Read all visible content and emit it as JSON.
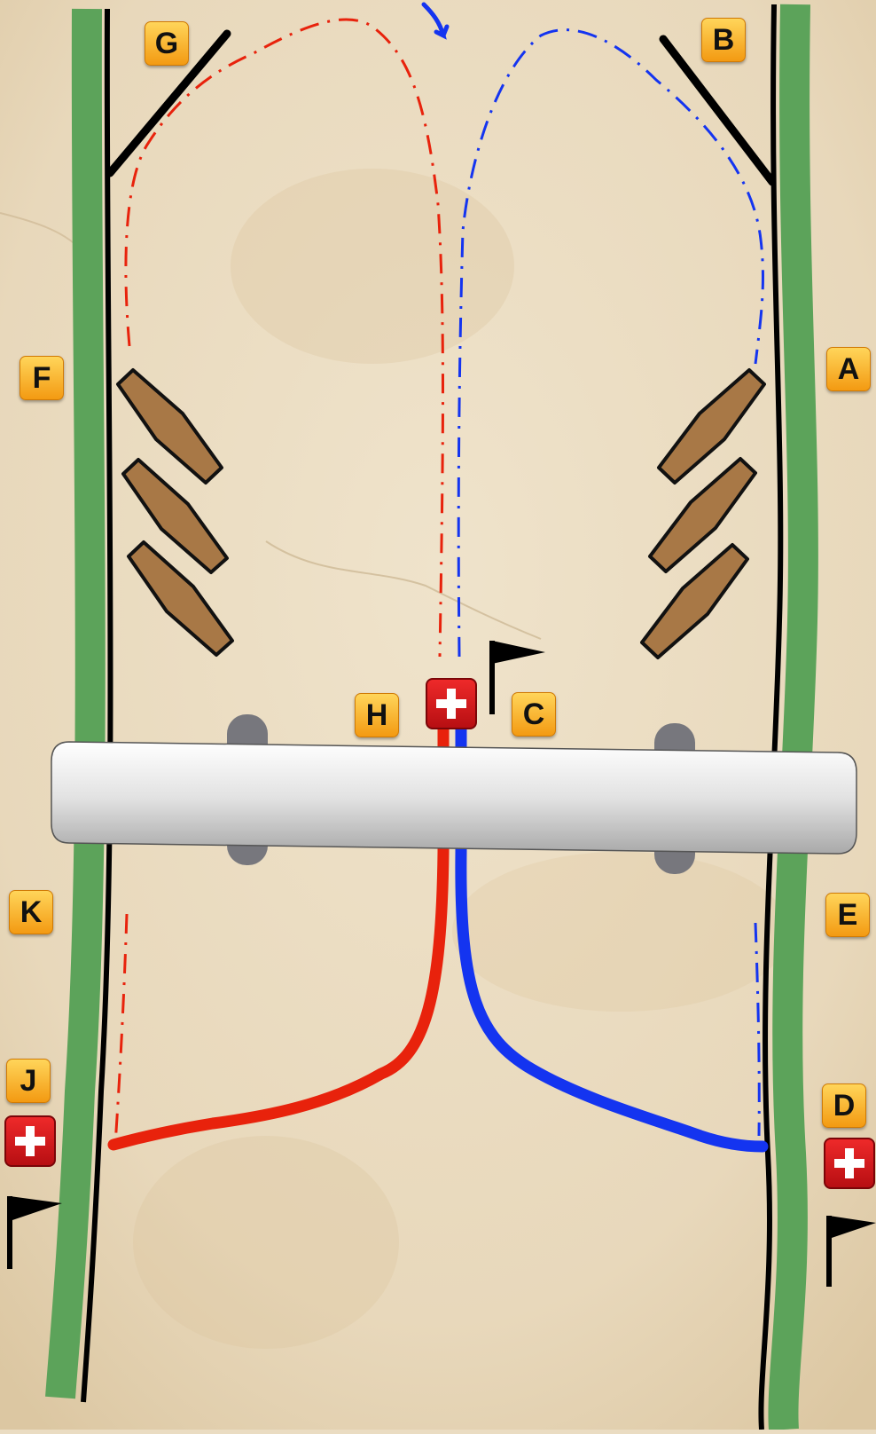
{
  "markers": [
    {
      "id": "G",
      "text": "G"
    },
    {
      "id": "B",
      "text": "B"
    },
    {
      "id": "F",
      "text": "F"
    },
    {
      "id": "A",
      "text": "A"
    },
    {
      "id": "H",
      "text": "H"
    },
    {
      "id": "C",
      "text": "C"
    },
    {
      "id": "K",
      "text": "K"
    },
    {
      "id": "E",
      "text": "E"
    },
    {
      "id": "J",
      "text": "J"
    },
    {
      "id": "D",
      "text": "D"
    }
  ],
  "colors": {
    "paper": "#eadcc2",
    "bank_grass": "#5ca35a",
    "bank_edge": "#000000",
    "red_route": "#e8220c",
    "blue_route": "#1434f0",
    "boat_fill": "#a87846",
    "marker_fill": "#f7a81f",
    "first_aid": "#d9141b",
    "bridge": "#dcdcdc"
  },
  "icons": [
    "first-aid-icon",
    "flag-icon",
    "boat-icon",
    "bridge-icon",
    "arrow-icon"
  ]
}
